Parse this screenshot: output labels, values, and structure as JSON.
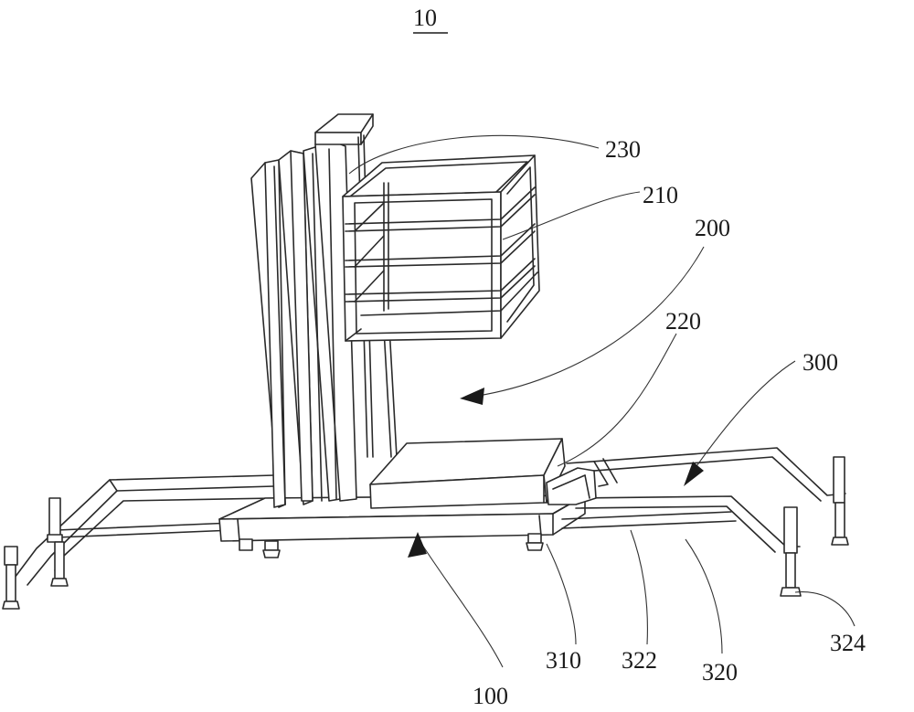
{
  "figure": {
    "title_ref": "10"
  },
  "labels": {
    "l230": "230",
    "l210": "210",
    "l200": "200",
    "l220": "220",
    "l300": "300",
    "l324": "324",
    "l310": "310",
    "l322": "322",
    "l320": "320",
    "l100": "100"
  },
  "colors": {
    "line": "#2a2a2a",
    "background": "#ffffff"
  }
}
